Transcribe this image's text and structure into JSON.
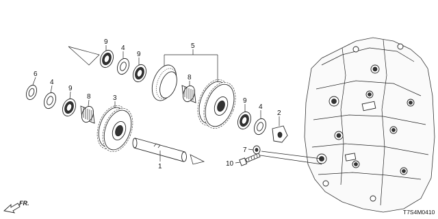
{
  "callouts": {
    "c1": "1",
    "c2": "2",
    "c3": "3",
    "c4a": "4",
    "c4b": "4",
    "c4c": "4",
    "c5": "5",
    "c6": "6",
    "c7": "7",
    "c8a": "8",
    "c8b": "8",
    "c9a": "9",
    "c9b": "9",
    "c9c": "9",
    "c9d": "9",
    "c10": "10"
  },
  "direction_label": "FR.",
  "reference_code": "T7S4M0410"
}
